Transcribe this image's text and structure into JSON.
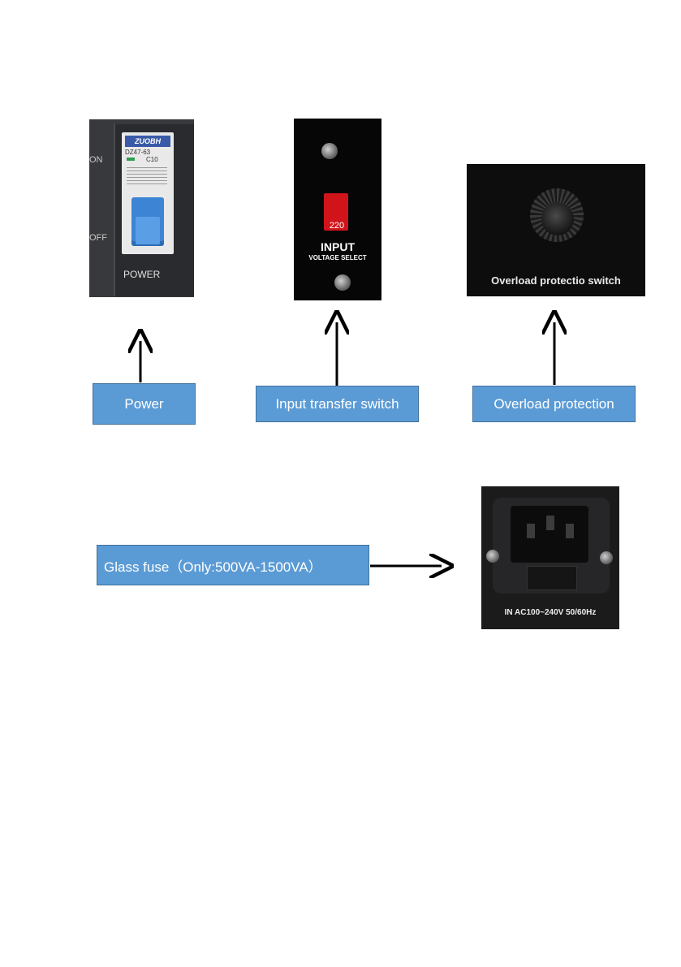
{
  "labels": {
    "power": "Power",
    "input_transfer_switch": "Input transfer switch",
    "overload_protection": "Overload protection",
    "glass_fuse": "Glass fuse（Only:500VA-1500VA）"
  },
  "photos": {
    "breaker": {
      "side_on": "ON",
      "side_off": "OFF",
      "brand": "ZUOBH",
      "model": "DZ47-63",
      "rating": "C10",
      "panel_label": "POWER"
    },
    "voltage_select": {
      "switch_value": "220",
      "title": "INPUT",
      "subtitle": "VOLTAGE SELECT"
    },
    "overload": {
      "caption": "Overload protectio switch"
    },
    "inlet": {
      "caption": "IN  AC100~240V  50/60Hz"
    }
  },
  "colors": {
    "box_fill": "#5b9bd5",
    "box_border": "#41719c",
    "arrow": "#000000"
  }
}
